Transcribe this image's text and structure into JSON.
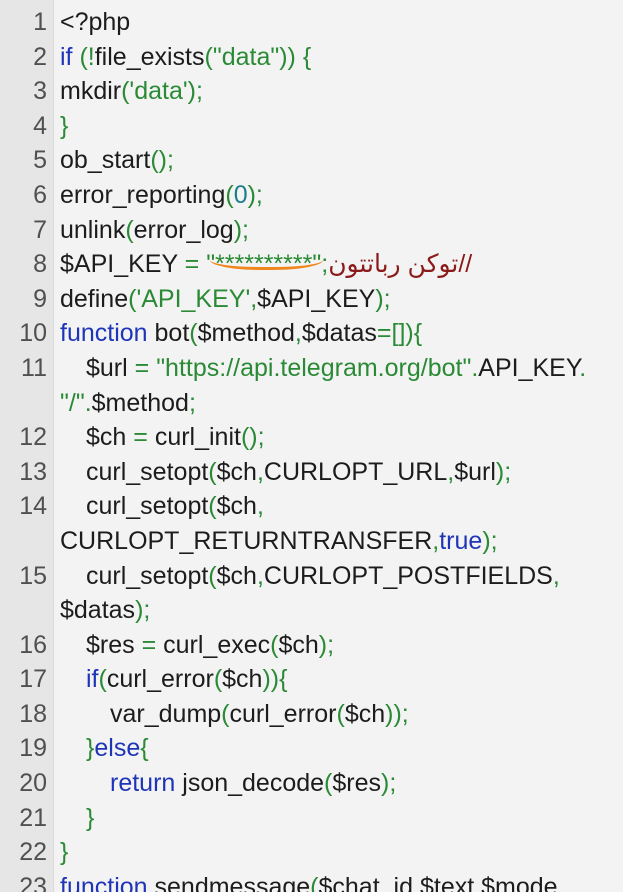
{
  "editor": {
    "colors": {
      "text": "#1c1c1c",
      "keyword": "#1f35b8",
      "punctuation_and_strings": "#2a8a35",
      "number": "#1a7f8a",
      "comment": "#8b1a1a",
      "line_number": "#505050",
      "gutter_background": "#e6e6e6",
      "code_background": "#f3f3f3",
      "annotation": "#f0861e"
    },
    "rows": [
      {
        "num": "1",
        "indent": 0,
        "tokens": [
          {
            "t": "<?php"
          }
        ]
      },
      {
        "num": "2",
        "indent": 0,
        "tokens": [
          {
            "t": "if",
            "k": "kw"
          },
          {
            "t": " "
          },
          {
            "t": "(!",
            "k": "p"
          },
          {
            "t": "file_exists"
          },
          {
            "t": "(\"data\")) {",
            "k": "p"
          }
        ]
      },
      {
        "num": "3",
        "indent": 0,
        "tokens": [
          {
            "t": "mkdir"
          },
          {
            "t": "('data');",
            "k": "p"
          }
        ]
      },
      {
        "num": "4",
        "indent": 0,
        "tokens": [
          {
            "t": "}",
            "k": "p"
          }
        ]
      },
      {
        "num": "5",
        "indent": 0,
        "tokens": [
          {
            "t": "ob_start"
          },
          {
            "t": "();",
            "k": "p"
          }
        ]
      },
      {
        "num": "6",
        "indent": 0,
        "tokens": [
          {
            "t": "error_reporting"
          },
          {
            "t": "(",
            "k": "p"
          },
          {
            "t": "0",
            "k": "n"
          },
          {
            "t": ");",
            "k": "p"
          }
        ]
      },
      {
        "num": "7",
        "indent": 0,
        "tokens": [
          {
            "t": "unlink"
          },
          {
            "t": "(",
            "k": "p"
          },
          {
            "t": "error_log"
          },
          {
            "t": ");",
            "k": "p"
          }
        ]
      },
      {
        "num": "8",
        "indent": 0,
        "tokens": [
          {
            "t": "$API_KEY"
          },
          {
            "t": " = ",
            "k": "p"
          },
          {
            "t": "\"**********\"",
            "k": "p",
            "underlined": true
          },
          {
            "t": ";",
            "k": "p"
          },
          {
            "t": "//توکن رباتتون",
            "k": "c"
          }
        ]
      },
      {
        "num": "9",
        "indent": 0,
        "tokens": [
          {
            "t": "define"
          },
          {
            "t": "('API_KEY',",
            "k": "p"
          },
          {
            "t": "$API_KEY"
          },
          {
            "t": ");",
            "k": "p"
          }
        ]
      },
      {
        "num": "10",
        "indent": 0,
        "tokens": [
          {
            "t": "function",
            "k": "kw"
          },
          {
            "t": " bot"
          },
          {
            "t": "(",
            "k": "p"
          },
          {
            "t": "$method"
          },
          {
            "t": ",",
            "k": "p"
          },
          {
            "t": "$datas"
          },
          {
            "t": "=[]){",
            "k": "p"
          }
        ]
      },
      {
        "num": "11",
        "indent": 1,
        "tokens": [
          {
            "t": "$url"
          },
          {
            "t": " = ",
            "k": "p"
          },
          {
            "t": "\"https://api.telegram.org/bot\".",
            "k": "p"
          },
          {
            "t": "API_KEY"
          },
          {
            "t": ".",
            "k": "p"
          }
        ]
      },
      {
        "indent": 0,
        "tokens": [
          {
            "t": "\"/\".",
            "k": "p"
          },
          {
            "t": "$method"
          },
          {
            "t": ";",
            "k": "p"
          }
        ]
      },
      {
        "num": "12",
        "indent": 1,
        "tokens": [
          {
            "t": "$ch"
          },
          {
            "t": " = ",
            "k": "p"
          },
          {
            "t": "curl_init"
          },
          {
            "t": "();",
            "k": "p"
          }
        ]
      },
      {
        "num": "13",
        "indent": 1,
        "tokens": [
          {
            "t": "curl_setopt"
          },
          {
            "t": "(",
            "k": "p"
          },
          {
            "t": "$ch"
          },
          {
            "t": ",",
            "k": "p"
          },
          {
            "t": "CURLOPT_URL"
          },
          {
            "t": ",",
            "k": "p"
          },
          {
            "t": "$url"
          },
          {
            "t": ");",
            "k": "p"
          }
        ]
      },
      {
        "num": "14",
        "indent": 1,
        "tokens": [
          {
            "t": "curl_setopt"
          },
          {
            "t": "(",
            "k": "p"
          },
          {
            "t": "$ch"
          },
          {
            "t": ",",
            "k": "p"
          }
        ]
      },
      {
        "indent": 0,
        "tokens": [
          {
            "t": "CURLOPT_RETURNTRANSFER"
          },
          {
            "t": ",",
            "k": "p"
          },
          {
            "t": "true",
            "k": "kw"
          },
          {
            "t": ");",
            "k": "p"
          }
        ]
      },
      {
        "num": "15",
        "indent": 1,
        "tokens": [
          {
            "t": "curl_setopt"
          },
          {
            "t": "(",
            "k": "p"
          },
          {
            "t": "$ch"
          },
          {
            "t": ",",
            "k": "p"
          },
          {
            "t": "CURLOPT_POSTFIELDS"
          },
          {
            "t": ",",
            "k": "p"
          }
        ]
      },
      {
        "indent": 0,
        "tokens": [
          {
            "t": "$datas"
          },
          {
            "t": ");",
            "k": "p"
          }
        ]
      },
      {
        "num": "16",
        "indent": 1,
        "tokens": [
          {
            "t": "$res"
          },
          {
            "t": " = ",
            "k": "p"
          },
          {
            "t": "curl_exec"
          },
          {
            "t": "(",
            "k": "p"
          },
          {
            "t": "$ch"
          },
          {
            "t": ");",
            "k": "p"
          }
        ]
      },
      {
        "num": "17",
        "indent": 1,
        "tokens": [
          {
            "t": "if",
            "k": "kw"
          },
          {
            "t": "(",
            "k": "p"
          },
          {
            "t": "curl_error"
          },
          {
            "t": "(",
            "k": "p"
          },
          {
            "t": "$ch"
          },
          {
            "t": ")){",
            "k": "p"
          }
        ]
      },
      {
        "num": "18",
        "indent": 2,
        "tokens": [
          {
            "t": "var_dump"
          },
          {
            "t": "(",
            "k": "p"
          },
          {
            "t": "curl_error"
          },
          {
            "t": "(",
            "k": "p"
          },
          {
            "t": "$ch"
          },
          {
            "t": "));",
            "k": "p"
          }
        ]
      },
      {
        "num": "19",
        "indent": 1,
        "tokens": [
          {
            "t": "}",
            "k": "p"
          },
          {
            "t": "else",
            "k": "kw"
          },
          {
            "t": "{",
            "k": "p"
          }
        ]
      },
      {
        "num": "20",
        "indent": 2,
        "tokens": [
          {
            "t": "return",
            "k": "kw"
          },
          {
            "t": " json_decode"
          },
          {
            "t": "(",
            "k": "p"
          },
          {
            "t": "$res"
          },
          {
            "t": ");",
            "k": "p"
          }
        ]
      },
      {
        "num": "21",
        "indent": 1,
        "tokens": [
          {
            "t": "}",
            "k": "p"
          }
        ]
      },
      {
        "num": "22",
        "indent": 0,
        "tokens": [
          {
            "t": "}",
            "k": "p"
          }
        ]
      },
      {
        "num": "23",
        "indent": 0,
        "tokens": [
          {
            "t": "function",
            "k": "kw"
          },
          {
            "t": " sendmessage"
          },
          {
            "t": "(",
            "k": "p"
          },
          {
            "t": "$chat_id"
          },
          {
            "t": ",",
            "k": "p"
          },
          {
            "t": "$text"
          },
          {
            "t": ",",
            "k": "p"
          },
          {
            "t": "$mode"
          }
        ]
      }
    ]
  }
}
